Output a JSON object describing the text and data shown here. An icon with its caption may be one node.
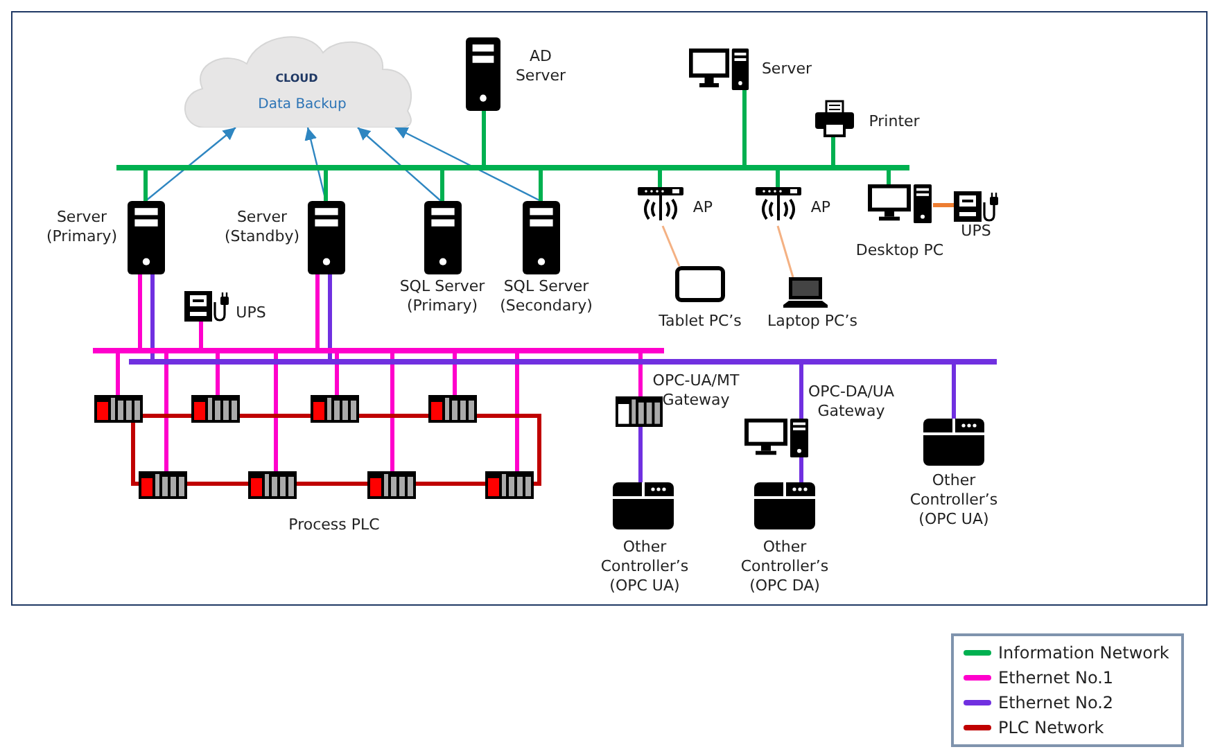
{
  "diagram": {
    "nodes": [
      {
        "text": [
          "CLOUD",
          "Data Backup"
        ]
      },
      {
        "text": [
          "AD Server"
        ]
      },
      {
        "text": [
          "Server"
        ]
      },
      {
        "text": [
          "Printer"
        ]
      },
      {
        "text": [],
        "shape": "bar"
      },
      {
        "text": [
          "Server (Primary)"
        ]
      },
      {
        "text": [
          "Server (Standby)"
        ]
      },
      {
        "text": [
          "SQL Server (Primary)"
        ]
      },
      {
        "text": [
          "SQL Server (Secondary)"
        ]
      },
      {
        "text": [
          "AP"
        ]
      },
      {
        "text": [
          "AP"
        ]
      },
      {
        "text": [
          "Desktop PC"
        ]
      },
      {
        "text": [
          "UPS"
        ]
      },
      {
        "text": [
          "Tablet PC’s"
        ]
      },
      {
        "text": [
          "Laptop PC’s"
        ]
      },
      {
        "text": [
          "UPS"
        ]
      },
      {
        "text": [],
        "shape": "bar"
      },
      {
        "text": [],
        "shape": "bar"
      },
      {
        "text": [],
        "shape": "box"
      },
      {
        "text": [],
        "shape": "box"
      },
      {
        "text": [],
        "shape": "box"
      },
      {
        "text": [],
        "shape": "box"
      },
      {
        "text": [],
        "shape": "box"
      },
      {
        "text": [],
        "shape": "box"
      },
      {
        "text": [],
        "shape": "box"
      },
      {
        "text": [],
        "shape": "box"
      },
      {
        "text": [
          "OPC-UA/MT Gateway"
        ]
      },
      {
        "text": [
          "OPC-DA/UA Gateway"
        ]
      },
      {
        "text": [
          "Other Controller’s (OPC UA)"
        ]
      },
      {
        "text": [
          "Other Controller’s (OPC UA)"
        ]
      },
      {
        "text": [
          "Other Controller’s (OPC DA)"
        ]
      }
    ],
    "edges": [
      {
        "from": 5,
        "to": 0,
        "arrow": "to",
        "color": "#2e86c1"
      },
      {
        "from": 6,
        "to": 0,
        "arrow": "to",
        "color": "#2e86c1"
      },
      {
        "from": 7,
        "to": 0,
        "arrow": "to",
        "color": "#2e86c1"
      },
      {
        "from": 8,
        "to": 0,
        "arrow": "to",
        "color": "#2e86c1"
      },
      {
        "from": 1,
        "to": 4,
        "arrow": "none",
        "color": "#00b050"
      },
      {
        "from": 2,
        "to": 4,
        "arrow": "none",
        "color": "#00b050"
      },
      {
        "from": 3,
        "to": 4,
        "arrow": "none",
        "color": "#00b050"
      },
      {
        "from": 5,
        "to": 4,
        "arrow": "none",
        "color": "#00b050"
      },
      {
        "from": 6,
        "to": 4,
        "arrow": "none",
        "color": "#00b050"
      },
      {
        "from": 7,
        "to": 4,
        "arrow": "none",
        "color": "#00b050"
      },
      {
        "from": 8,
        "to": 4,
        "arrow": "none",
        "color": "#00b050"
      },
      {
        "from": 9,
        "to": 4,
        "arrow": "none",
        "color": "#00b050"
      },
      {
        "from": 10,
        "to": 4,
        "arrow": "none",
        "color": "#00b050"
      },
      {
        "from": 11,
        "to": 4,
        "arrow": "none",
        "color": "#00b050"
      },
      {
        "from": 9,
        "to": 13,
        "arrow": "none",
        "color": "#f4b183"
      },
      {
        "from": 10,
        "to": 14,
        "arrow": "none",
        "color": "#f4b183"
      },
      {
        "from": 11,
        "to": 12,
        "arrow": "none",
        "color": "#ed7d31"
      },
      {
        "from": 5,
        "to": 16,
        "arrow": "none",
        "color": "#ff00cc"
      },
      {
        "from": 6,
        "to": 16,
        "arrow": "none",
        "color": "#ff00cc"
      },
      {
        "from": 15,
        "to": 16,
        "arrow": "none",
        "color": "#ff00cc"
      },
      {
        "from": 18,
        "to": 16,
        "arrow": "none",
        "color": "#ff00cc"
      },
      {
        "from": 19,
        "to": 16,
        "arrow": "none",
        "color": "#ff00cc"
      },
      {
        "from": 20,
        "to": 16,
        "arrow": "none",
        "color": "#ff00cc"
      },
      {
        "from": 21,
        "to": 16,
        "arrow": "none",
        "color": "#ff00cc"
      },
      {
        "from": 22,
        "to": 16,
        "arrow": "none",
        "color": "#ff00cc"
      },
      {
        "from": 23,
        "to": 16,
        "arrow": "none",
        "color": "#ff00cc"
      },
      {
        "from": 24,
        "to": 16,
        "arrow": "none",
        "color": "#ff00cc"
      },
      {
        "from": 25,
        "to": 16,
        "arrow": "none",
        "color": "#ff00cc"
      },
      {
        "from": 26,
        "to": 16,
        "arrow": "none",
        "color": "#ff00cc"
      },
      {
        "from": 5,
        "to": 17,
        "arrow": "none",
        "color": "#7030e0"
      },
      {
        "from": 6,
        "to": 17,
        "arrow": "none",
        "color": "#7030e0"
      },
      {
        "from": 27,
        "to": 17,
        "arrow": "none",
        "color": "#7030e0"
      },
      {
        "from": 28,
        "to": 17,
        "arrow": "none",
        "color": "#7030e0"
      },
      {
        "from": 26,
        "to": 29,
        "arrow": "none",
        "color": "#7030e0"
      },
      {
        "from": 27,
        "to": 30,
        "arrow": "none",
        "color": "#7030e0"
      },
      {
        "from": 18,
        "to": 19,
        "arrow": "none",
        "color": "#c00000"
      },
      {
        "from": 19,
        "to": 20,
        "arrow": "none",
        "color": "#c00000"
      },
      {
        "from": 20,
        "to": 21,
        "arrow": "none",
        "color": "#c00000"
      },
      {
        "from": 21,
        "to": 25,
        "arrow": "none",
        "color": "#c00000"
      },
      {
        "from": 25,
        "to": 24,
        "arrow": "none",
        "color": "#c00000"
      },
      {
        "from": 24,
        "to": 23,
        "arrow": "none",
        "color": "#c00000"
      },
      {
        "from": 23,
        "to": 22,
        "arrow": "none",
        "color": "#c00000"
      },
      {
        "from": 22,
        "to": 18,
        "arrow": "none",
        "color": "#c00000"
      }
    ],
    "labels": [
      "Process PLC"
    ],
    "legend": [
      {
        "text": "Information Network",
        "color": "#00b050"
      },
      {
        "text": "Ethernet No.1",
        "color": "#ff00cc"
      },
      {
        "text": "Ethernet No.2",
        "color": "#7030e0"
      },
      {
        "text": "PLC Network",
        "color": "#c00000"
      }
    ]
  }
}
